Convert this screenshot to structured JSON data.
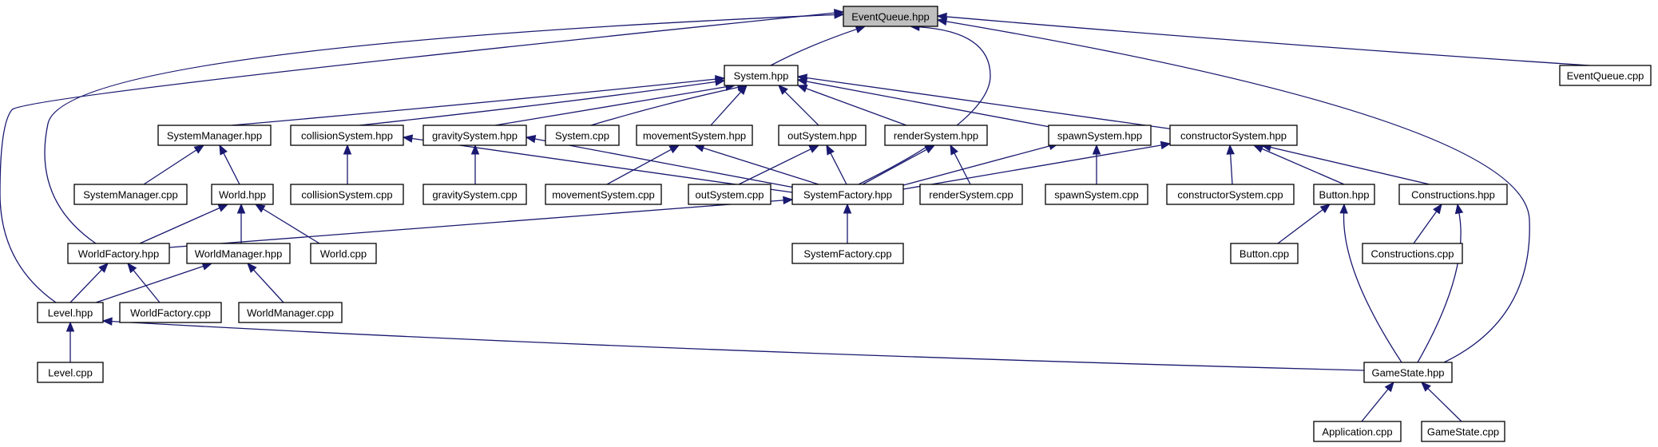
{
  "diagram": {
    "nodes": [
      {
        "id": "eventqueue_hpp",
        "label": "EventQueue.hpp",
        "root": true
      },
      {
        "id": "system_hpp",
        "label": "System.hpp"
      },
      {
        "id": "eventqueue_cpp",
        "label": "EventQueue.cpp"
      },
      {
        "id": "systemmanager_hpp",
        "label": "SystemManager.hpp"
      },
      {
        "id": "collisionsystem_hpp",
        "label": "collisionSystem.hpp"
      },
      {
        "id": "gravitysystem_hpp",
        "label": "gravitySystem.hpp"
      },
      {
        "id": "system_cpp",
        "label": "System.cpp"
      },
      {
        "id": "movementsystem_hpp",
        "label": "movementSystem.hpp"
      },
      {
        "id": "outsystem_hpp",
        "label": "outSystem.hpp"
      },
      {
        "id": "rendersystem_hpp",
        "label": "renderSystem.hpp"
      },
      {
        "id": "spawnsystem_hpp",
        "label": "spawnSystem.hpp"
      },
      {
        "id": "constructorsystem_hpp",
        "label": "constructorSystem.hpp"
      },
      {
        "id": "systemmanager_cpp",
        "label": "SystemManager.cpp"
      },
      {
        "id": "world_hpp",
        "label": "World.hpp"
      },
      {
        "id": "collisionsystem_cpp",
        "label": "collisionSystem.cpp"
      },
      {
        "id": "gravitysystem_cpp",
        "label": "gravitySystem.cpp"
      },
      {
        "id": "movementsystem_cpp",
        "label": "movementSystem.cpp"
      },
      {
        "id": "outsystem_cpp",
        "label": "outSystem.cpp"
      },
      {
        "id": "systemfactory_hpp",
        "label": "SystemFactory.hpp"
      },
      {
        "id": "rendersystem_cpp",
        "label": "renderSystem.cpp"
      },
      {
        "id": "spawnsystem_cpp",
        "label": "spawnSystem.cpp"
      },
      {
        "id": "constructorsystem_cpp",
        "label": "constructorSystem.cpp"
      },
      {
        "id": "button_hpp",
        "label": "Button.hpp"
      },
      {
        "id": "constructions_hpp",
        "label": "Constructions.hpp"
      },
      {
        "id": "worldfactory_hpp",
        "label": "WorldFactory.hpp"
      },
      {
        "id": "worldmanager_hpp",
        "label": "WorldManager.hpp"
      },
      {
        "id": "world_cpp",
        "label": "World.cpp"
      },
      {
        "id": "systemfactory_cpp",
        "label": "SystemFactory.cpp"
      },
      {
        "id": "button_cpp",
        "label": "Button.cpp"
      },
      {
        "id": "constructions_cpp",
        "label": "Constructions.cpp"
      },
      {
        "id": "level_hpp",
        "label": "Level.hpp"
      },
      {
        "id": "worldfactory_cpp",
        "label": "WorldFactory.cpp"
      },
      {
        "id": "worldmanager_cpp",
        "label": "WorldManager.cpp"
      },
      {
        "id": "level_cpp",
        "label": "Level.cpp"
      },
      {
        "id": "gamestate_hpp",
        "label": "GameState.hpp"
      },
      {
        "id": "application_cpp",
        "label": "Application.cpp"
      },
      {
        "id": "gamestate_cpp",
        "label": "GameState.cpp"
      }
    ],
    "edges": [
      {
        "from": "system_hpp",
        "to": "eventqueue_hpp"
      },
      {
        "from": "eventqueue_cpp",
        "to": "eventqueue_hpp"
      },
      {
        "from": "systemfactory_hpp",
        "to": "eventqueue_hpp"
      },
      {
        "from": "worldfactory_hpp",
        "to": "eventqueue_hpp"
      },
      {
        "from": "level_hpp",
        "to": "eventqueue_hpp"
      },
      {
        "from": "gamestate_hpp",
        "to": "eventqueue_hpp"
      },
      {
        "from": "systemmanager_hpp",
        "to": "system_hpp"
      },
      {
        "from": "collisionsystem_hpp",
        "to": "system_hpp"
      },
      {
        "from": "gravitysystem_hpp",
        "to": "system_hpp"
      },
      {
        "from": "system_cpp",
        "to": "system_hpp"
      },
      {
        "from": "movementsystem_hpp",
        "to": "system_hpp"
      },
      {
        "from": "outsystem_hpp",
        "to": "system_hpp"
      },
      {
        "from": "rendersystem_hpp",
        "to": "system_hpp"
      },
      {
        "from": "spawnsystem_hpp",
        "to": "system_hpp"
      },
      {
        "from": "constructorsystem_hpp",
        "to": "system_hpp"
      },
      {
        "from": "systemmanager_cpp",
        "to": "systemmanager_hpp"
      },
      {
        "from": "world_hpp",
        "to": "systemmanager_hpp"
      },
      {
        "from": "collisionsystem_cpp",
        "to": "collisionsystem_hpp"
      },
      {
        "from": "systemfactory_hpp",
        "to": "collisionsystem_hpp"
      },
      {
        "from": "gravitysystem_cpp",
        "to": "gravitysystem_hpp"
      },
      {
        "from": "systemfactory_hpp",
        "to": "gravitysystem_hpp"
      },
      {
        "from": "movementsystem_cpp",
        "to": "movementsystem_hpp"
      },
      {
        "from": "systemfactory_hpp",
        "to": "movementsystem_hpp"
      },
      {
        "from": "outsystem_cpp",
        "to": "outsystem_hpp"
      },
      {
        "from": "systemfactory_hpp",
        "to": "outsystem_hpp"
      },
      {
        "from": "rendersystem_cpp",
        "to": "rendersystem_hpp"
      },
      {
        "from": "systemfactory_hpp",
        "to": "rendersystem_hpp"
      },
      {
        "from": "spawnsystem_cpp",
        "to": "spawnsystem_hpp"
      },
      {
        "from": "systemfactory_hpp",
        "to": "spawnsystem_hpp"
      },
      {
        "from": "constructorsystem_cpp",
        "to": "constructorsystem_hpp"
      },
      {
        "from": "systemfactory_hpp",
        "to": "constructorsystem_hpp"
      },
      {
        "from": "button_hpp",
        "to": "constructorsystem_hpp"
      },
      {
        "from": "constructions_hpp",
        "to": "constructorsystem_hpp"
      },
      {
        "from": "worldfactory_hpp",
        "to": "world_hpp"
      },
      {
        "from": "worldmanager_hpp",
        "to": "world_hpp"
      },
      {
        "from": "world_cpp",
        "to": "world_hpp"
      },
      {
        "from": "worldfactory_hpp",
        "to": "systemfactory_hpp"
      },
      {
        "from": "systemfactory_cpp",
        "to": "systemfactory_hpp"
      },
      {
        "from": "button_cpp",
        "to": "button_hpp"
      },
      {
        "from": "gamestate_hpp",
        "to": "button_hpp"
      },
      {
        "from": "constructions_cpp",
        "to": "constructions_hpp"
      },
      {
        "from": "gamestate_hpp",
        "to": "constructions_hpp"
      },
      {
        "from": "level_hpp",
        "to": "worldfactory_hpp"
      },
      {
        "from": "worldfactory_cpp",
        "to": "worldfactory_hpp"
      },
      {
        "from": "level_hpp",
        "to": "worldmanager_hpp"
      },
      {
        "from": "worldmanager_cpp",
        "to": "worldmanager_hpp"
      },
      {
        "from": "level_cpp",
        "to": "level_hpp"
      },
      {
        "from": "gamestate_hpp",
        "to": "level_hpp"
      },
      {
        "from": "application_cpp",
        "to": "gamestate_hpp"
      },
      {
        "from": "gamestate_cpp",
        "to": "gamestate_hpp"
      }
    ]
  }
}
